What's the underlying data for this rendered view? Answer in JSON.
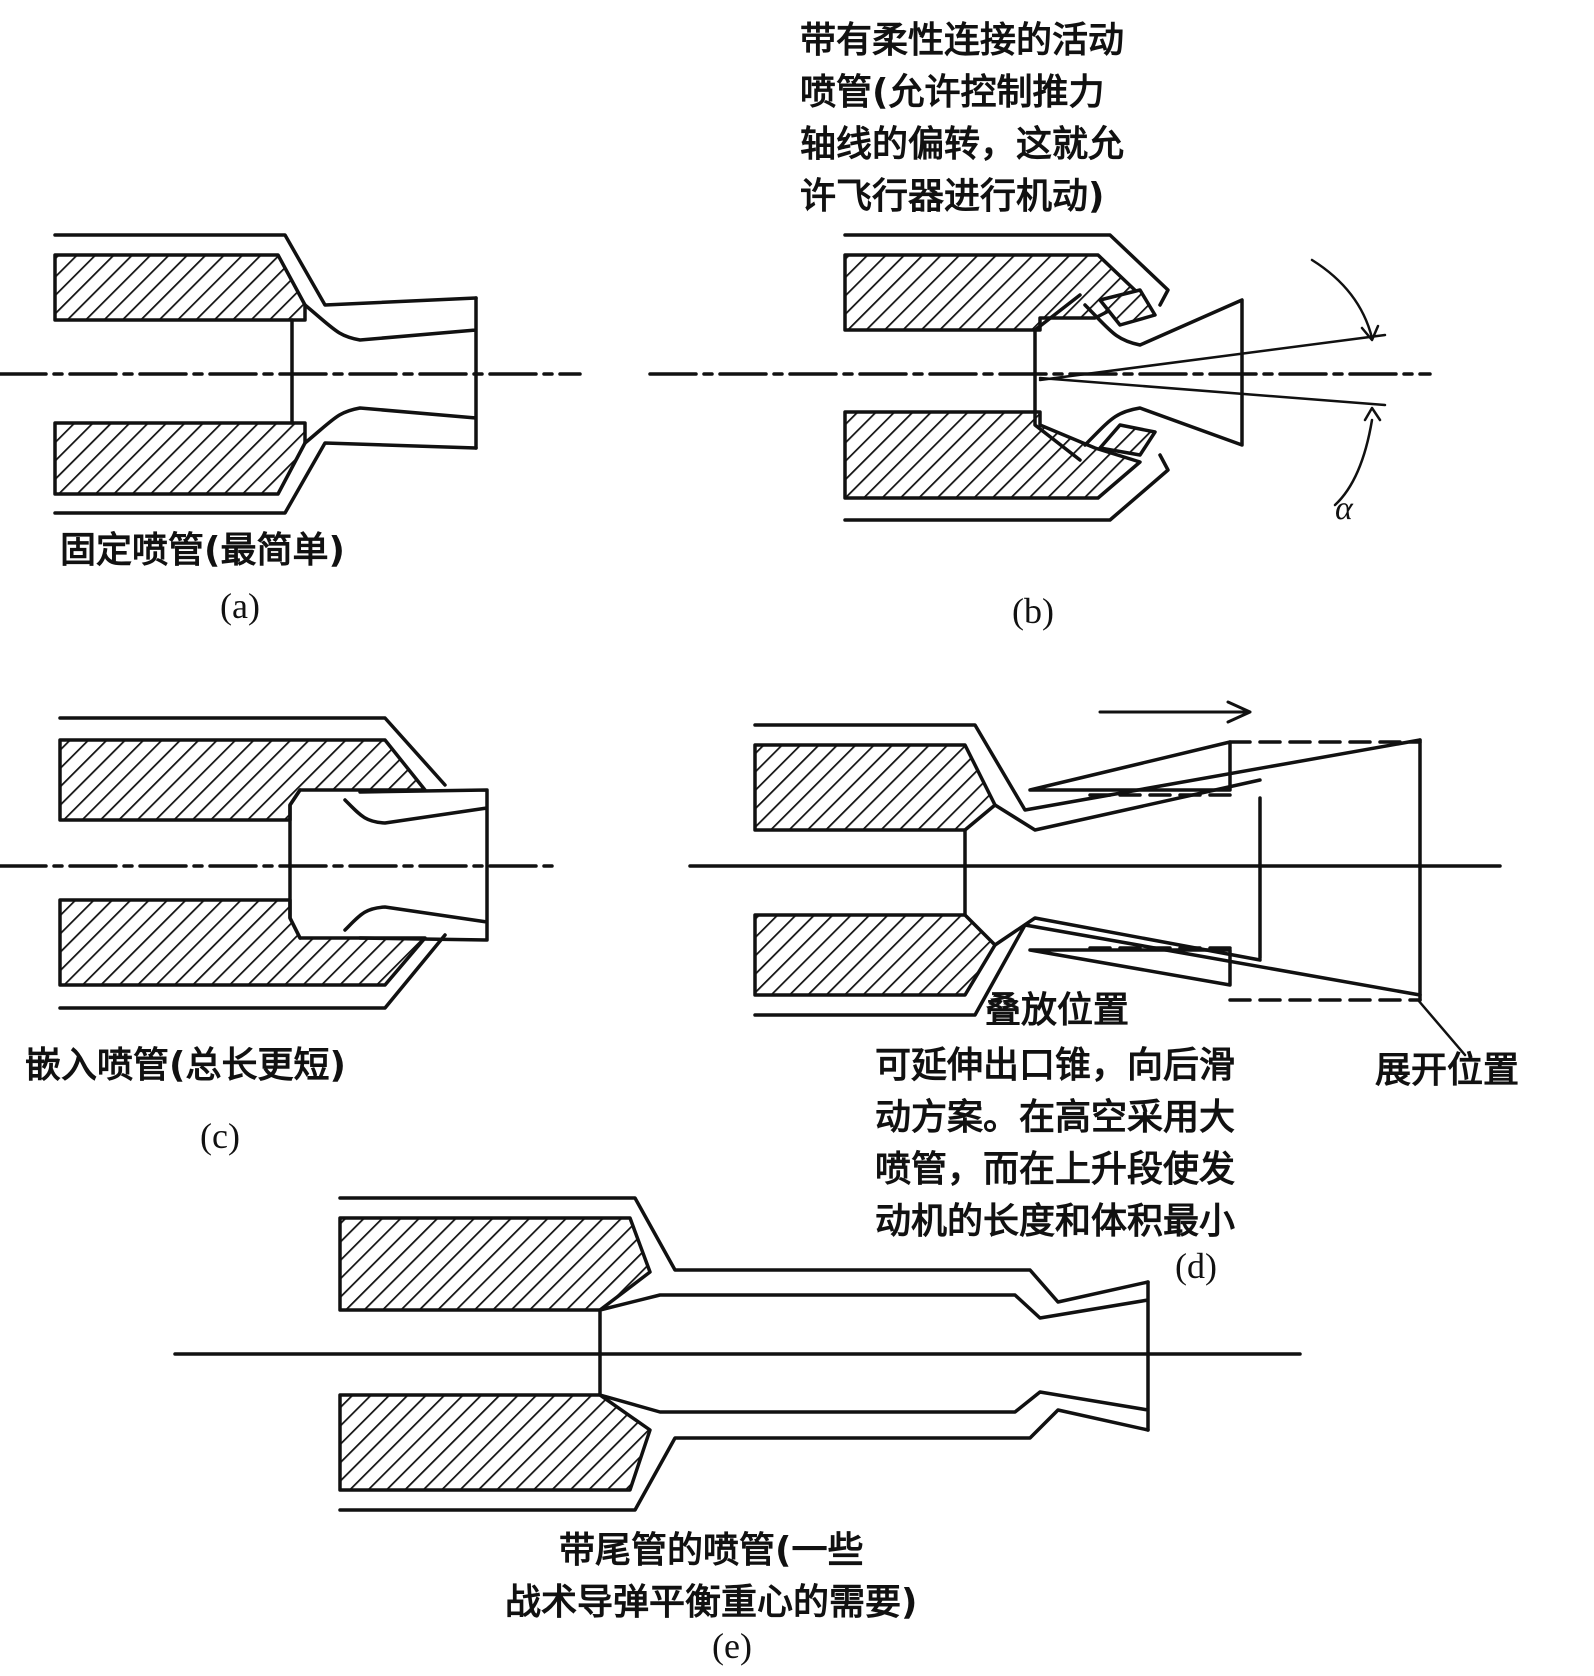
{
  "panels": {
    "a": {
      "caption": "固定喷管(最简单)",
      "tag": "(a)"
    },
    "b": {
      "caption_lines": [
        "带有柔性连接的活动",
        "喷管(允许控制推力",
        "轴线的偏转，这就允",
        "许飞行器进行机动)"
      ],
      "tag": "(b)",
      "angle_symbol": "α"
    },
    "c": {
      "caption": "嵌入喷管(总长更短)",
      "tag": "(c)"
    },
    "d": {
      "stowed_label": "叠放位置",
      "deployed_label": "展开位置",
      "caption_lines": [
        "可延伸出口锥，向后滑",
        "动方案。在高空采用大",
        "喷管，而在上升段使发",
        "动机的长度和体积最小"
      ],
      "tag": "(d)"
    },
    "e": {
      "caption_lines": [
        "带尾管的喷管(一些",
        "战术导弹平衡重心的需要)"
      ],
      "tag": "(e)"
    }
  }
}
